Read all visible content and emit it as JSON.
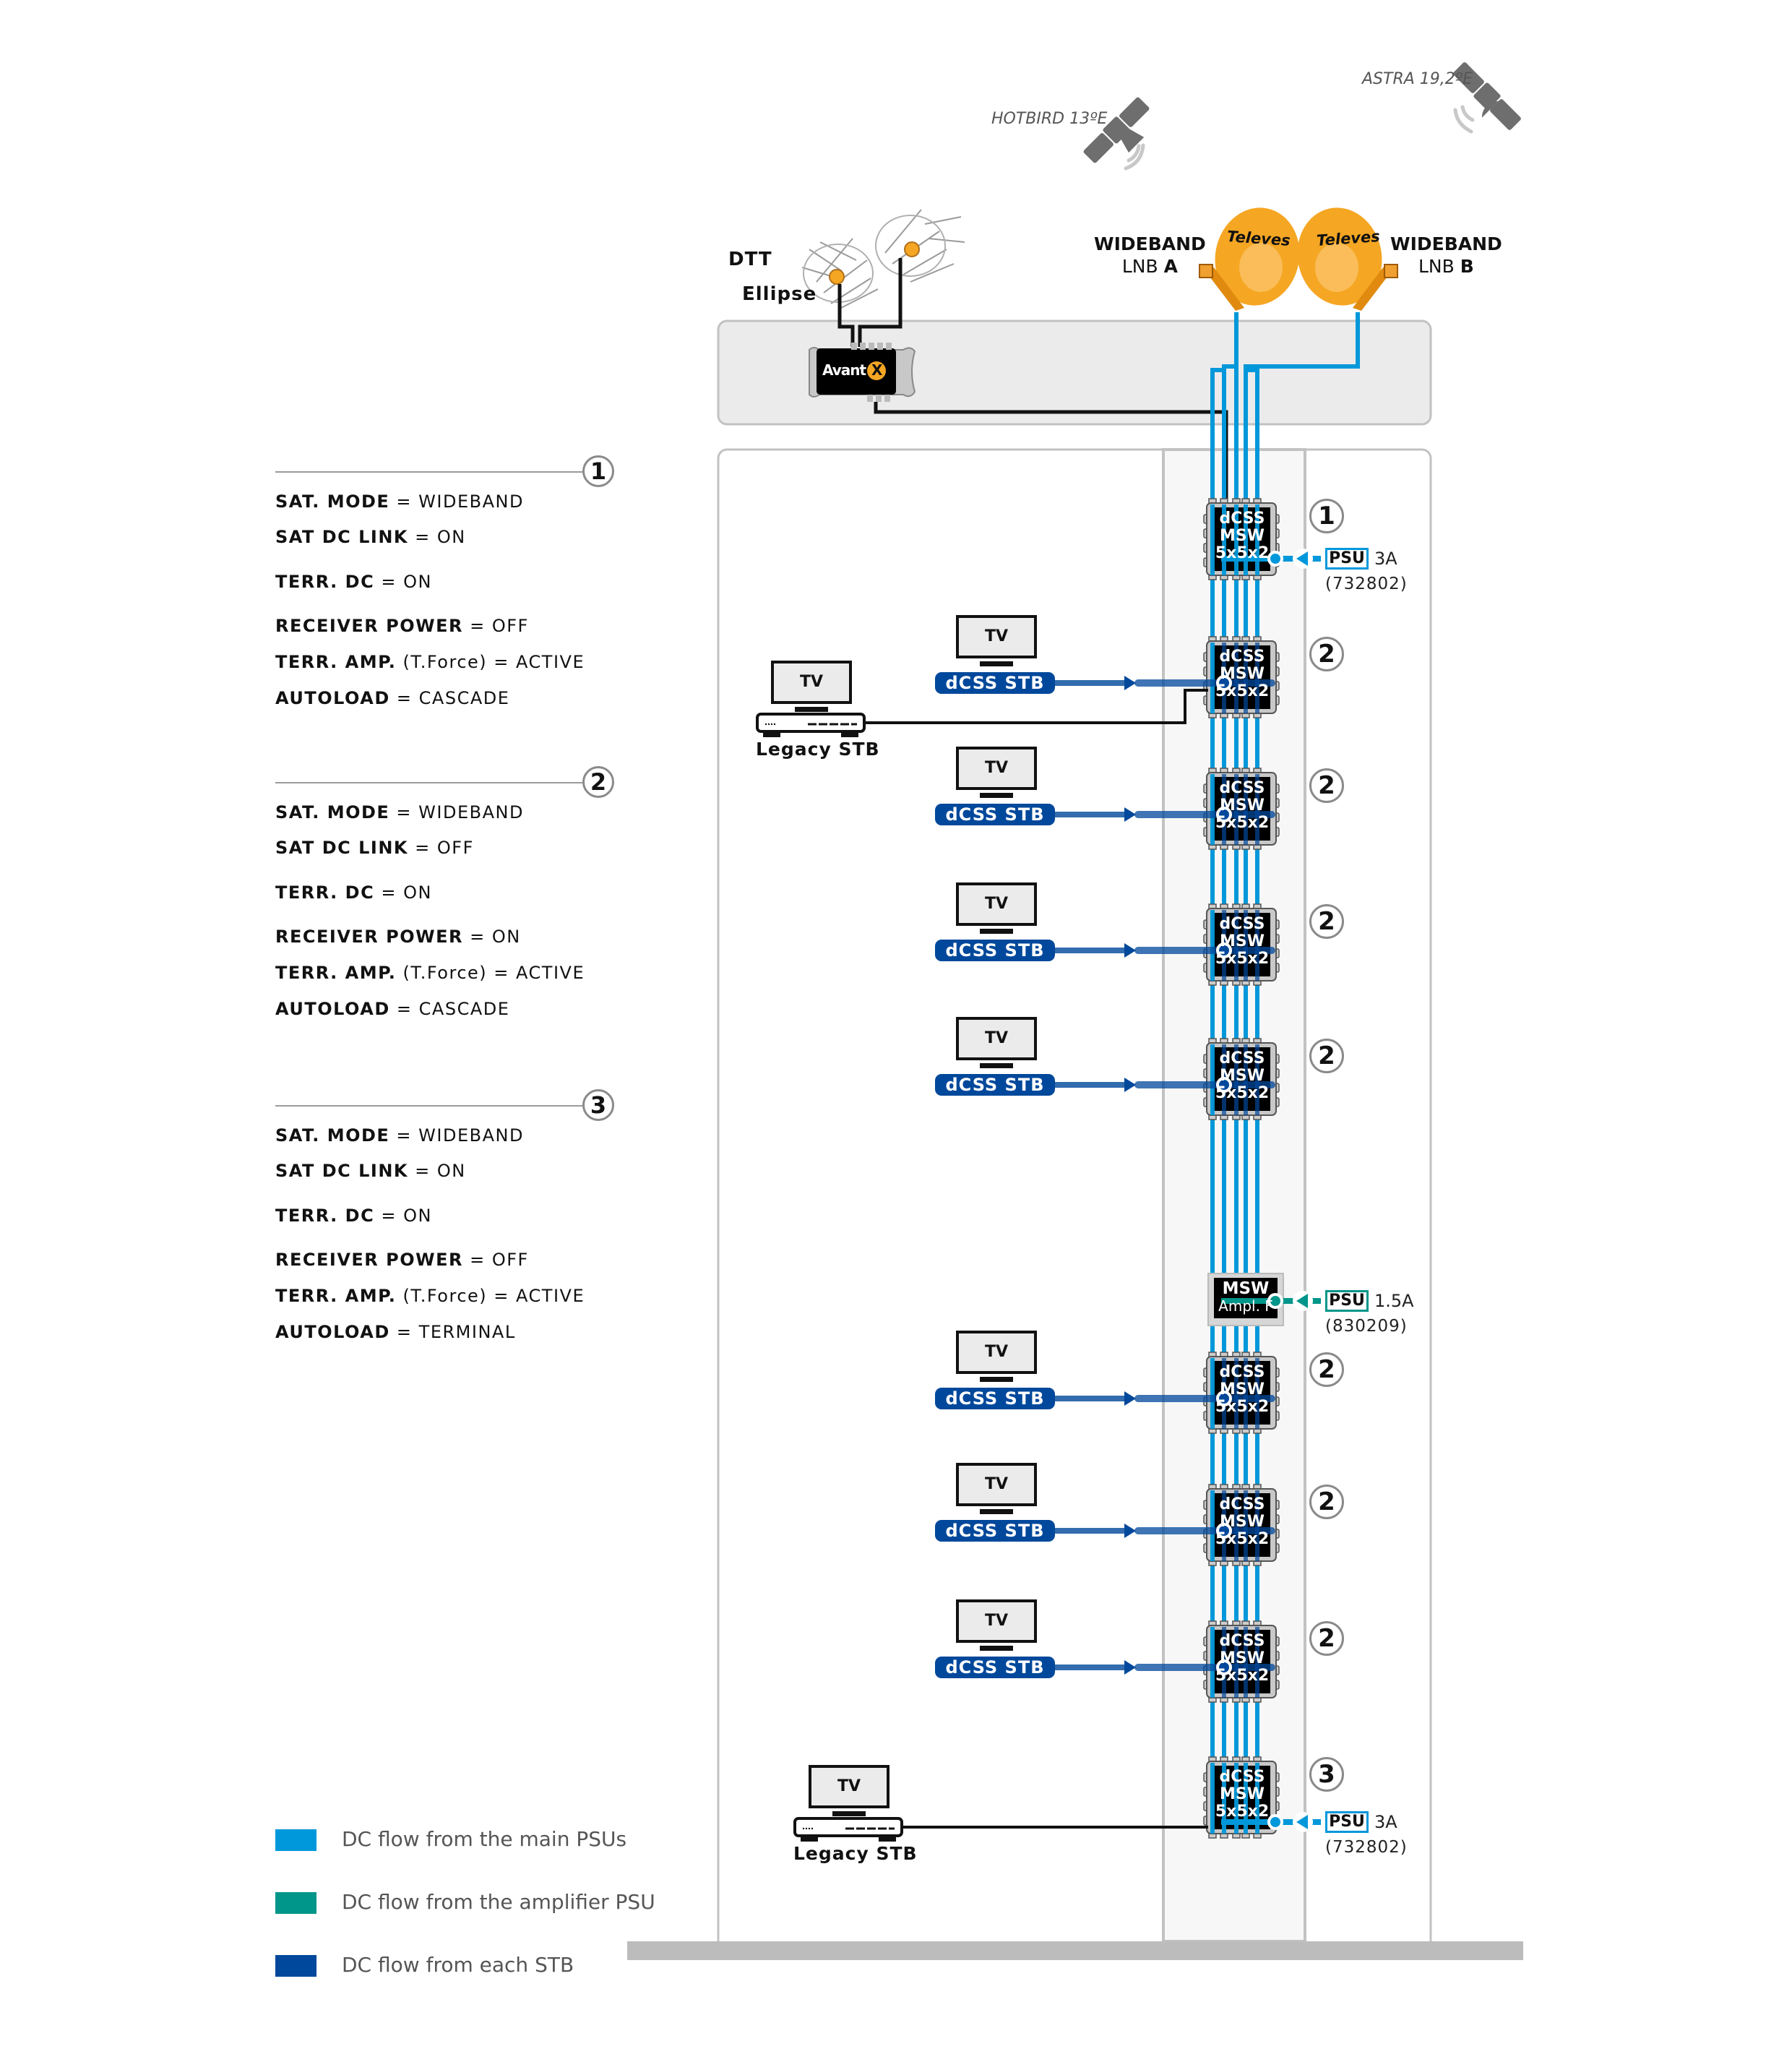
{
  "satellites": [
    {
      "name": "HOTBIRD 13ºE"
    },
    {
      "name": "ASTRA 19,2ºE"
    }
  ],
  "antennas": {
    "dtt_label": "DTT",
    "ellipse_label": "Ellipse",
    "headend_brand": "Avant",
    "headend_brand_mark": "X"
  },
  "dishes": [
    {
      "brand": "Televes",
      "label_line1": "WIDEBAND",
      "label_line2_prefix": "LNB ",
      "label_line2_letter": "A"
    },
    {
      "brand": "Televes",
      "label_line1": "WIDEBAND",
      "label_line2_prefix": "LNB ",
      "label_line2_letter": "B"
    }
  ],
  "config_blocks": [
    {
      "number": "1",
      "lines": [
        {
          "key": "SAT. MODE",
          "value": "WIDEBAND"
        },
        {
          "key": "SAT DC LINK",
          "value": "ON"
        },
        {
          "key": "TERR. DC",
          "value": "ON"
        },
        {
          "key": "RECEIVER POWER",
          "value": "OFF"
        },
        {
          "key": "TERR. AMP.",
          "value": "ACTIVE",
          "note": "(T.Force)"
        },
        {
          "key": "AUTOLOAD",
          "value": "CASCADE"
        }
      ]
    },
    {
      "number": "2",
      "lines": [
        {
          "key": "SAT. MODE",
          "value": "WIDEBAND"
        },
        {
          "key": "SAT DC LINK",
          "value": "OFF"
        },
        {
          "key": "TERR. DC",
          "value": "ON"
        },
        {
          "key": "RECEIVER POWER",
          "value": "ON"
        },
        {
          "key": "TERR. AMP.",
          "value": "ACTIVE",
          "note": "(T.Force)"
        },
        {
          "key": "AUTOLOAD",
          "value": "CASCADE"
        }
      ]
    },
    {
      "number": "3",
      "lines": [
        {
          "key": "SAT. MODE",
          "value": "WIDEBAND"
        },
        {
          "key": "SAT DC LINK",
          "value": "ON"
        },
        {
          "key": "TERR. DC",
          "value": "ON"
        },
        {
          "key": "RECEIVER POWER",
          "value": "OFF"
        },
        {
          "key": "TERR. AMP.",
          "value": "ACTIVE",
          "note": "(T.Force)"
        },
        {
          "key": "AUTOLOAD",
          "value": "TERMINAL"
        }
      ]
    }
  ],
  "multiswitch": {
    "line1": "dCSS",
    "line2": "MSW",
    "line3": "5x5x2"
  },
  "amplifier": {
    "line1": "MSW",
    "line2": "Ampl. F"
  },
  "riser": [
    {
      "type": "msw",
      "config": "1",
      "psu": {
        "label": "PSU",
        "current": "3A",
        "ref": "(732802)",
        "flow": "main"
      }
    },
    {
      "type": "msw",
      "config": "2",
      "outlets": [
        {
          "kind": "dcss",
          "tv": "TV",
          "stb": "dCSS STB"
        },
        {
          "kind": "legacy",
          "tv": "TV",
          "stb": "Legacy STB"
        }
      ]
    },
    {
      "type": "msw",
      "config": "2",
      "outlets": [
        {
          "kind": "dcss",
          "tv": "TV",
          "stb": "dCSS STB"
        }
      ]
    },
    {
      "type": "msw",
      "config": "2",
      "outlets": [
        {
          "kind": "dcss",
          "tv": "TV",
          "stb": "dCSS STB"
        }
      ]
    },
    {
      "type": "msw",
      "config": "2",
      "outlets": [
        {
          "kind": "dcss",
          "tv": "TV",
          "stb": "dCSS STB"
        }
      ]
    },
    {
      "type": "amp",
      "psu": {
        "label": "PSU",
        "current": "1.5A",
        "ref": "(830209)",
        "flow": "amplifier"
      }
    },
    {
      "type": "msw",
      "config": "2",
      "outlets": [
        {
          "kind": "dcss",
          "tv": "TV",
          "stb": "dCSS STB"
        }
      ]
    },
    {
      "type": "msw",
      "config": "2",
      "outlets": [
        {
          "kind": "dcss",
          "tv": "TV",
          "stb": "dCSS STB"
        }
      ]
    },
    {
      "type": "msw",
      "config": "2",
      "outlets": [
        {
          "kind": "dcss",
          "tv": "TV",
          "stb": "dCSS STB"
        }
      ]
    },
    {
      "type": "msw",
      "config": "3",
      "outlets": [
        {
          "kind": "legacy",
          "tv": "TV",
          "stb": "Legacy STB"
        }
      ],
      "psu": {
        "label": "PSU",
        "current": "3A",
        "ref": "(732802)",
        "flow": "main"
      }
    }
  ],
  "legend": [
    {
      "label": "DC flow from the main PSUs",
      "color": "#0098da"
    },
    {
      "label": "DC flow from the amplifier PSU",
      "color": "#00968a"
    },
    {
      "label": "DC flow from each STB",
      "color": "#00489b"
    }
  ],
  "colors": {
    "main_psu": "#0098da",
    "amp_psu": "#00968a",
    "stb": "#00489b",
    "dish": "#f5a623",
    "satellite": "#6e6e6e"
  }
}
